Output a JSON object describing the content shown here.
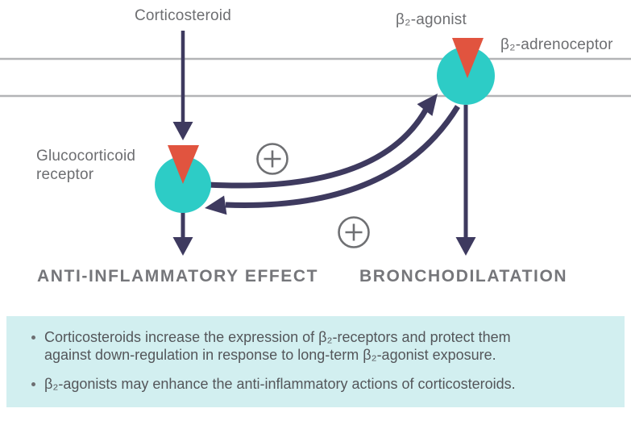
{
  "diagram": {
    "labels": {
      "corticosteroid": "Corticosteroid",
      "beta2_agonist": "β₂-agonist",
      "beta2_adrenoceptor": "β₂-adrenoceptor",
      "glucocorticoid_receptor": "Glucocorticoid\nreceptor",
      "anti_inflammatory_effect": "ANTI-INFLAMMATORY EFFECT",
      "bronchodilatation": "BRONCHODILATATION"
    },
    "icons": {
      "plus_upper": "plus-in-circle",
      "plus_lower": "plus-in-circle",
      "receptor_upper": "teal-receptor-with-red-ligand",
      "receptor_lower": "teal-receptor-with-red-ligand",
      "membrane": "double-horizontal-line"
    },
    "colors": {
      "receptor_teal": "#2dccc6",
      "ligand_red": "#e1543f",
      "arrow_purple": "#3e3a5f",
      "label_gray": "#6d6e71",
      "effect_label_gray": "#75767a",
      "membrane_gray": "#b3b4b6",
      "plus_gray": "#6f7073",
      "note_box_bg": "#d2eff0",
      "note_text_gray": "#54565a"
    }
  },
  "notes": {
    "bullets": [
      "Corticosteroids increase the expression of β₂-receptors and protect them\nagainst down-regulation in response to long-term β₂-agonist exposure.",
      "β₂-agonists may enhance the anti-inflammatory actions of corticosteroids."
    ]
  }
}
